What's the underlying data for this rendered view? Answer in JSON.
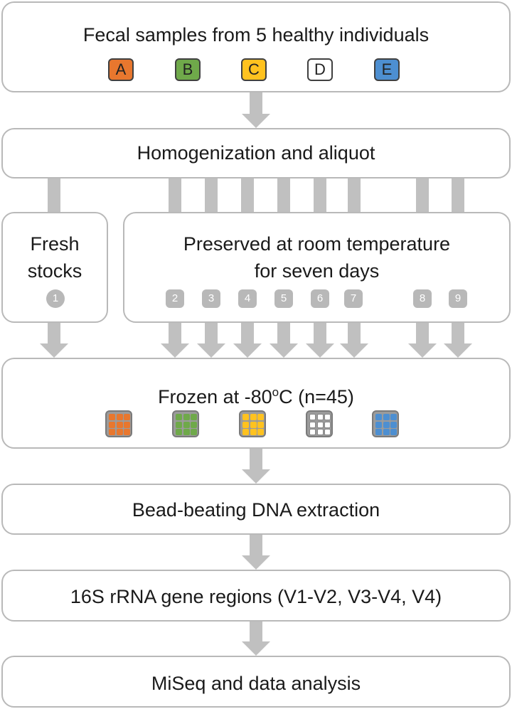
{
  "colors": {
    "arrow": "#c0c0c0",
    "box_border": "#b9b9b9",
    "sample_A": "#e8772e",
    "sample_B": "#6fa94a",
    "sample_C": "#ffc21f",
    "sample_D": "#ffffff",
    "sample_E": "#4d8fd1"
  },
  "steps": {
    "fecal": "Fecal samples from 5 healthy individuals",
    "homogenization": "Homogenization and aliquot",
    "fresh_line1": "Fresh",
    "fresh_line2": "stocks",
    "preserved_line1": "Preserved at room temperature",
    "preserved_line2": "for seven days",
    "frozen_prefix": "Frozen at -80",
    "frozen_super": "o",
    "frozen_suffix": "C (n=45)",
    "extraction": "Bead-beating DNA extraction",
    "regions": "16S rRNA gene regions (V1-V2, V3-V4, V4)",
    "miseq": "MiSeq and data analysis"
  },
  "samples": [
    "A",
    "B",
    "C",
    "D",
    "E"
  ],
  "aliquots": [
    "1",
    "2",
    "3",
    "4",
    "5",
    "6",
    "7",
    "8",
    "9"
  ],
  "plates": [
    "plate-A",
    "plate-B",
    "plate-C",
    "plate-D",
    "plate-E"
  ]
}
